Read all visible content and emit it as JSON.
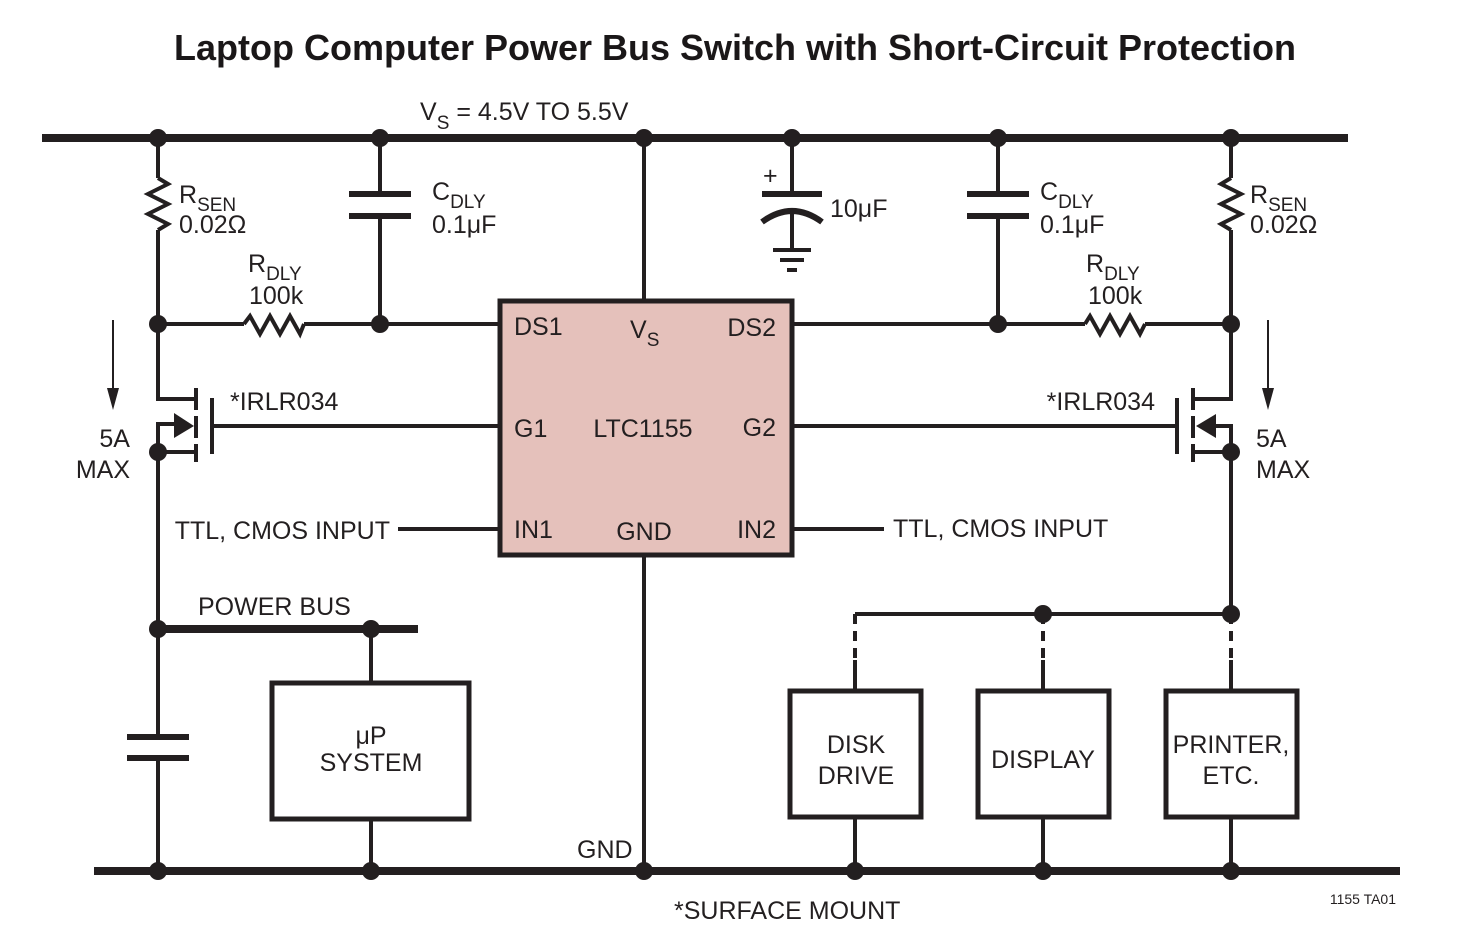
{
  "title": "Laptop Computer Power Bus Switch with Short-Circuit Protection",
  "supply": {
    "label_main": "V",
    "label_sub": "S",
    "label_rest": " = 4.5V TO 5.5V"
  },
  "ic": {
    "name": "LTC1155",
    "fill_color": "#e5c1bb",
    "pins": {
      "ds1": "DS1",
      "vs_main": "V",
      "vs_sub": "S",
      "ds2": "DS2",
      "g1": "G1",
      "g2": "G2",
      "in1": "IN1",
      "gnd": "GND",
      "in2": "IN2"
    }
  },
  "left_channel": {
    "rsen": {
      "name_main": "R",
      "name_sub": "SEN",
      "value": "0.02Ω"
    },
    "cdly": {
      "name_main": "C",
      "name_sub": "DLY",
      "value": "0.1μF"
    },
    "rdly": {
      "name_main": "R",
      "name_sub": "DLY",
      "value": "100k"
    },
    "mosfet": "*IRLR034",
    "current_main": "5A",
    "current_sub": "MAX",
    "input_label": "TTL, CMOS INPUT",
    "bus_label": "POWER BUS",
    "load": {
      "line1": "μP",
      "line2": "SYSTEM"
    }
  },
  "bulk_cap": {
    "polarity": "+",
    "value": "10μF"
  },
  "right_channel": {
    "rsen": {
      "name_main": "R",
      "name_sub": "SEN",
      "value": "0.02Ω"
    },
    "cdly": {
      "name_main": "C",
      "name_sub": "DLY",
      "value": "0.1μF"
    },
    "rdly": {
      "name_main": "R",
      "name_sub": "DLY",
      "value": "100k"
    },
    "mosfet": "*IRLR034",
    "current_main": "5A",
    "current_sub": "MAX",
    "input_label": "TTL, CMOS INPUT",
    "loads": [
      {
        "line1": "DISK",
        "line2": "DRIVE"
      },
      {
        "line1": "DISPLAY",
        "line2": ""
      },
      {
        "line1": "PRINTER,",
        "line2": "ETC."
      }
    ]
  },
  "ground_label": "GND",
  "footnote": "*SURFACE MOUNT",
  "figure_id": "1155 TA01"
}
